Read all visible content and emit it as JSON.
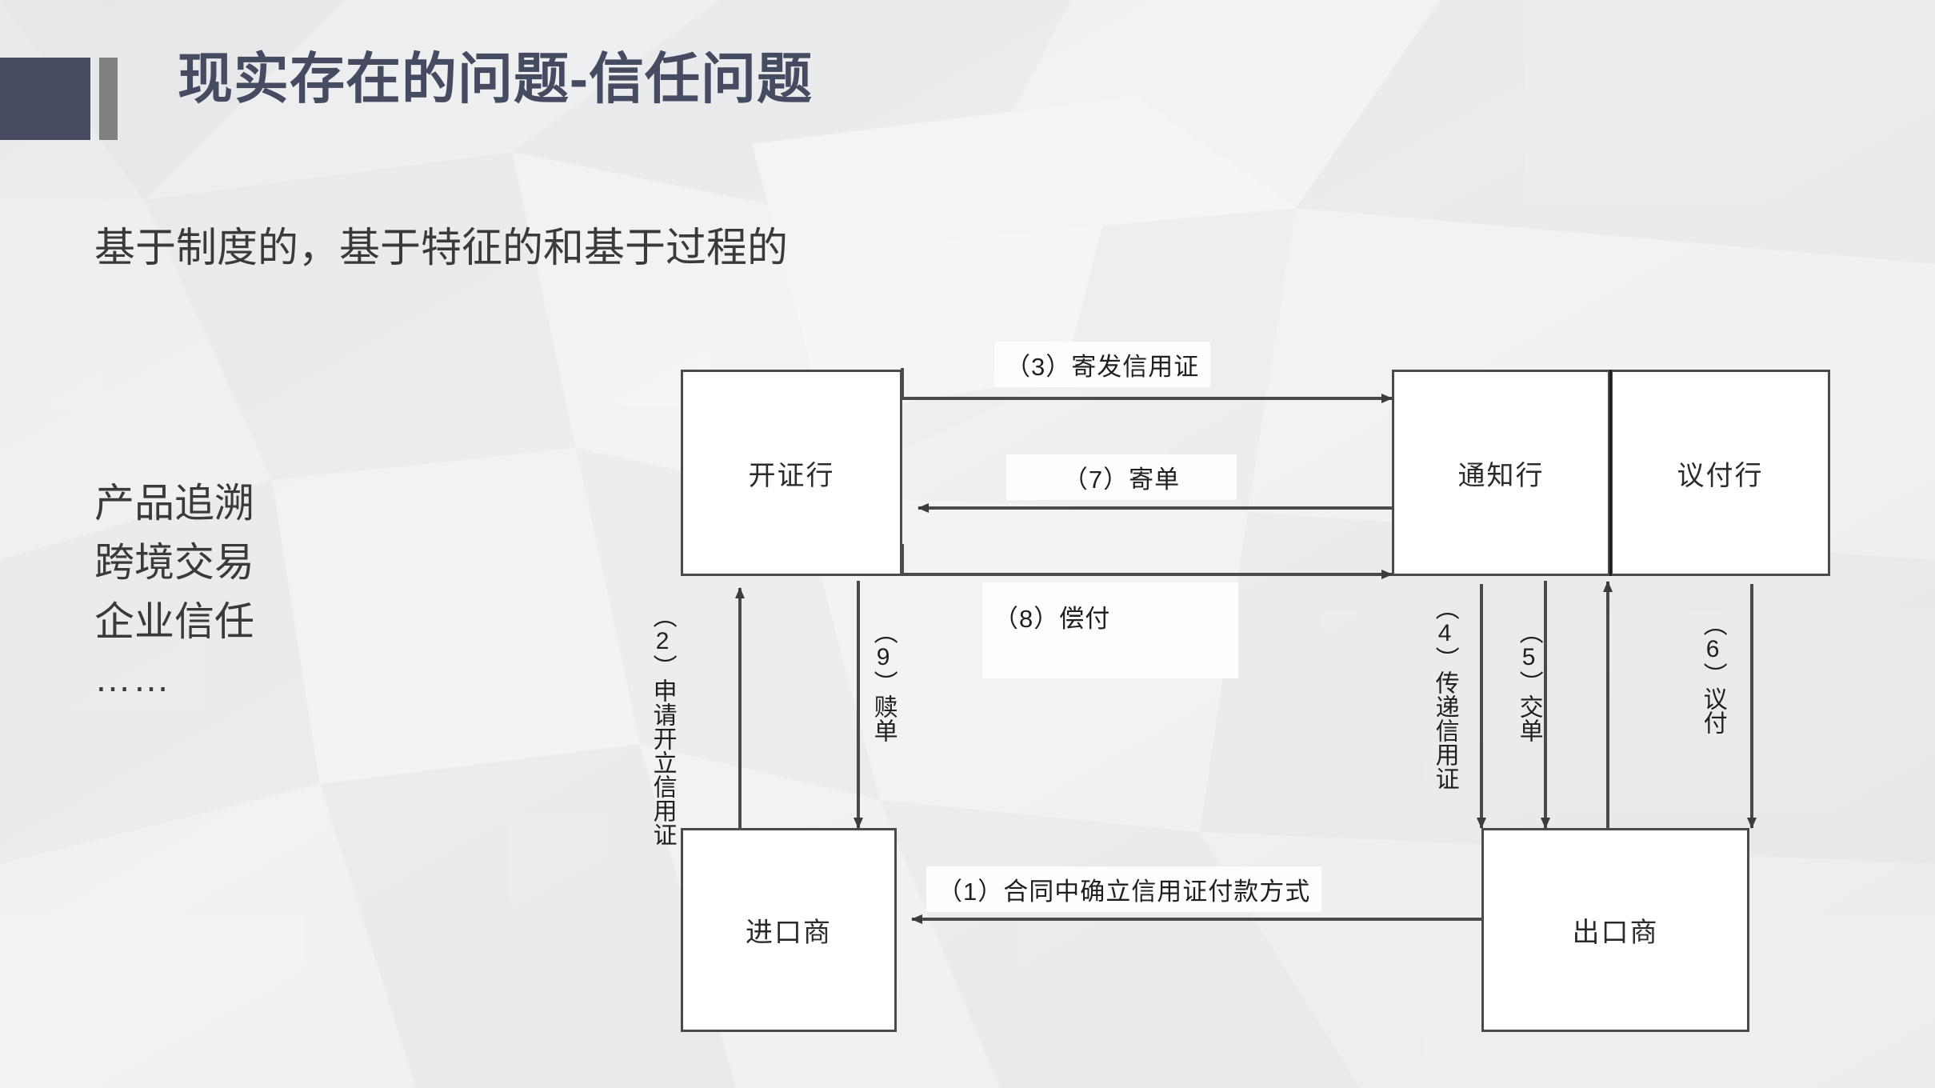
{
  "slide": {
    "title": "现实存在的问题-信任问题",
    "subtitle": "基于制度的，基于特征的和基于过程的",
    "accent_block_color": "#474b61",
    "accent_bar_color": "#808080",
    "title_color": "#474b61",
    "background_color": "#eceded"
  },
  "left_list": {
    "items": [
      {
        "label": "产品追溯"
      },
      {
        "label": "跨境交易"
      },
      {
        "label": "企业信任"
      },
      {
        "label": "……"
      }
    ]
  },
  "diagram": {
    "nodes": [
      {
        "id": "issuing-bank",
        "label": "开证行"
      },
      {
        "id": "advising-bank",
        "label": "通知行"
      },
      {
        "id": "negotiating-bank",
        "label": "议付行"
      },
      {
        "id": "importer",
        "label": "进口商"
      },
      {
        "id": "exporter",
        "label": "出口商"
      }
    ],
    "edges": [
      {
        "id": "step-1",
        "label": "（1）合同中确立信用证付款方式",
        "from": "exporter",
        "to": "importer",
        "orientation": "horizontal"
      },
      {
        "id": "step-2",
        "label": "（2）申请开立信用证",
        "from": "importer",
        "to": "issuing-bank",
        "orientation": "vertical"
      },
      {
        "id": "step-3",
        "label": "（3）寄发信用证",
        "from": "issuing-bank",
        "to": "advising-bank",
        "orientation": "horizontal"
      },
      {
        "id": "step-4",
        "label": "（4）传递信用证",
        "from": "advising-bank",
        "to": "exporter",
        "orientation": "vertical"
      },
      {
        "id": "step-5",
        "label": "（5）交单",
        "from": "exporter",
        "to": "negotiating-bank",
        "orientation": "vertical"
      },
      {
        "id": "step-6",
        "label": "（6）议付",
        "from": "negotiating-bank",
        "to": "exporter",
        "orientation": "vertical"
      },
      {
        "id": "step-7",
        "label": "（7）寄单",
        "from": "advising-bank",
        "to": "issuing-bank",
        "orientation": "horizontal"
      },
      {
        "id": "step-8",
        "label": "（8）偿付",
        "from": "issuing-bank",
        "to": "advising-bank",
        "orientation": "horizontal"
      },
      {
        "id": "step-9",
        "label": "（9）赎单",
        "from": "issuing-bank",
        "to": "importer",
        "orientation": "vertical"
      }
    ],
    "line_color": "#4a4a4a",
    "box_fill": "#ffffff"
  }
}
